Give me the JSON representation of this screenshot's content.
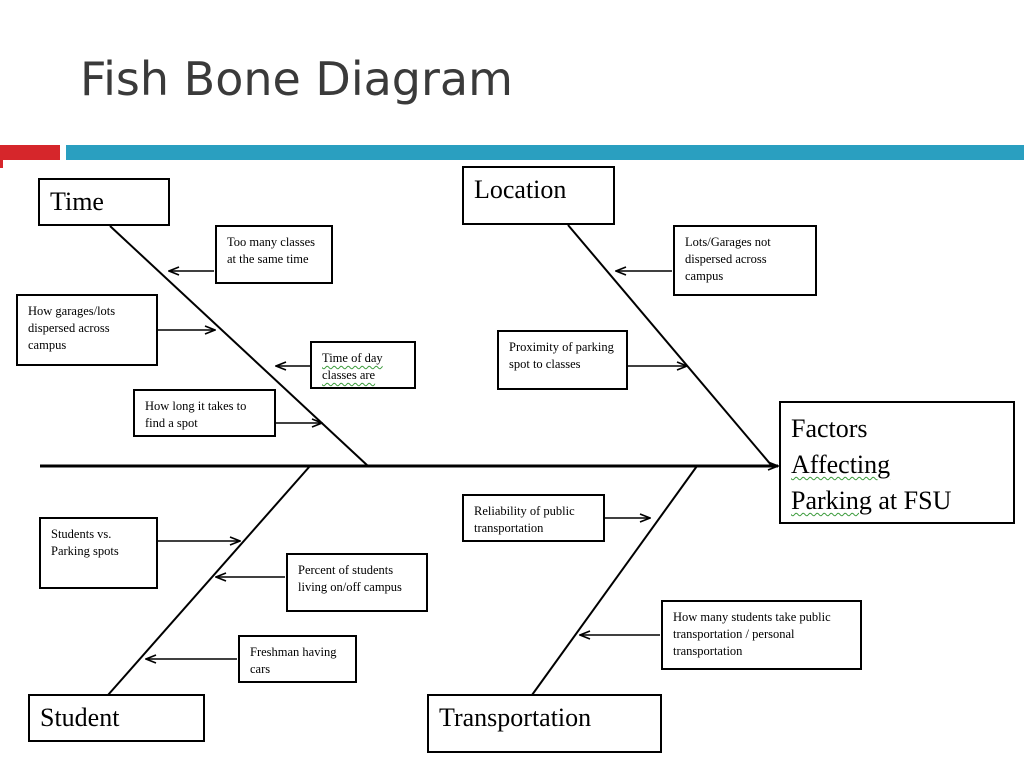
{
  "slide": {
    "title": "Fish Bone Diagram"
  },
  "diagram": {
    "effect": {
      "line1": "Factors",
      "line2": "Affecting",
      "line3_word1": "Parking",
      "line3_rest": " at FSU"
    },
    "categories": {
      "time": "Time",
      "location": "Location",
      "student": "Student",
      "transportation": "Transportation"
    },
    "causes": {
      "time": [
        "Too many classes at the same time",
        "How garages/lots dispersed across campus",
        "Time of day classes are",
        "How long it takes to find a spot"
      ],
      "location": [
        "Lots/Garages  not dispersed across campus",
        "Proximity of parking spot to classes"
      ],
      "student": [
        "Students  vs. Parking spots",
        "Percent of students living on/off campus",
        "Freshman having cars"
      ],
      "transportation": [
        "Reliability of public transportation",
        "How many students take public transportation  /  personal transportation"
      ]
    }
  }
}
